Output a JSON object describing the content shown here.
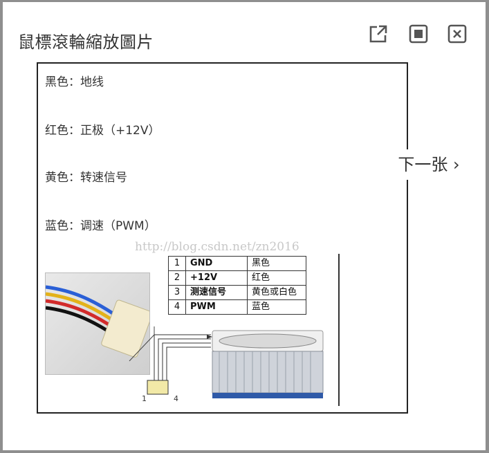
{
  "dialog": {
    "title": "鼠標滾輪縮放圖片",
    "next_label": "下一张"
  },
  "image": {
    "lines": [
      "黑色：地线",
      "红色：正极（+12V）",
      "黄色：转速信号",
      "蓝色：调速（PWM）"
    ],
    "watermark": "http://blog.csdn.net/zn2016",
    "pin_table": [
      {
        "pin": "1",
        "name": "GND",
        "color": "黑色"
      },
      {
        "pin": "2",
        "name": "+12V",
        "color": "红色"
      },
      {
        "pin": "3",
        "name": "测速信号",
        "color": "黄色或白色"
      },
      {
        "pin": "4",
        "name": "PWM",
        "color": "蓝色"
      }
    ],
    "pin_left": "1",
    "pin_right": "4"
  },
  "icons": {
    "popout": "external-link-icon",
    "maximize": "maximize-icon",
    "close": "close-icon"
  }
}
